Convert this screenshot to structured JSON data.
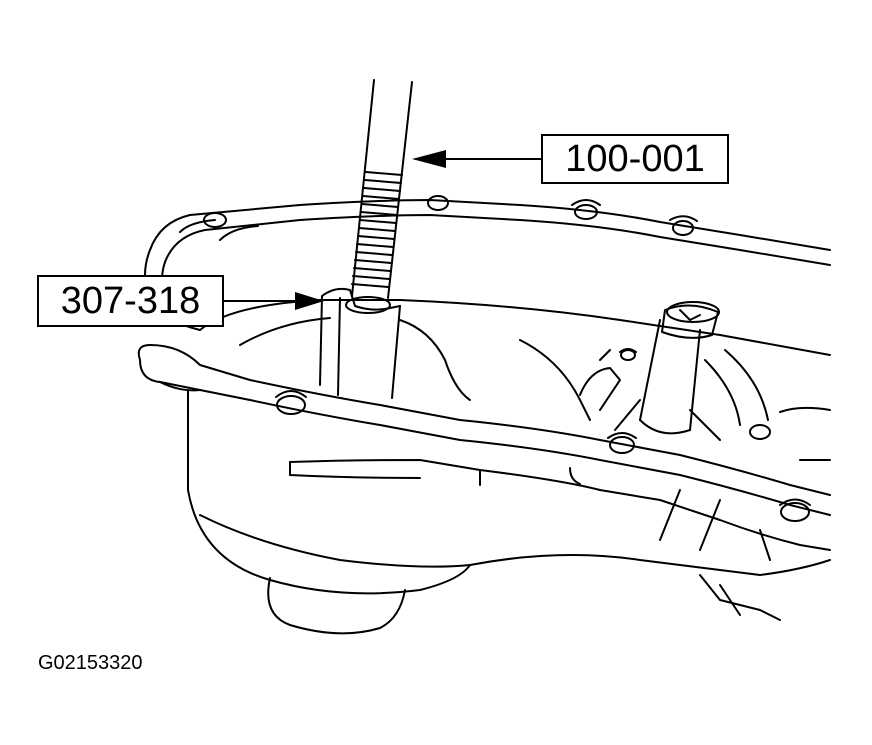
{
  "callouts": {
    "tool_remover": "100-001",
    "tool_adapter": "307-318"
  },
  "figure_id": "G02153320",
  "colors": {
    "line": "#000000",
    "background": "#ffffff"
  }
}
